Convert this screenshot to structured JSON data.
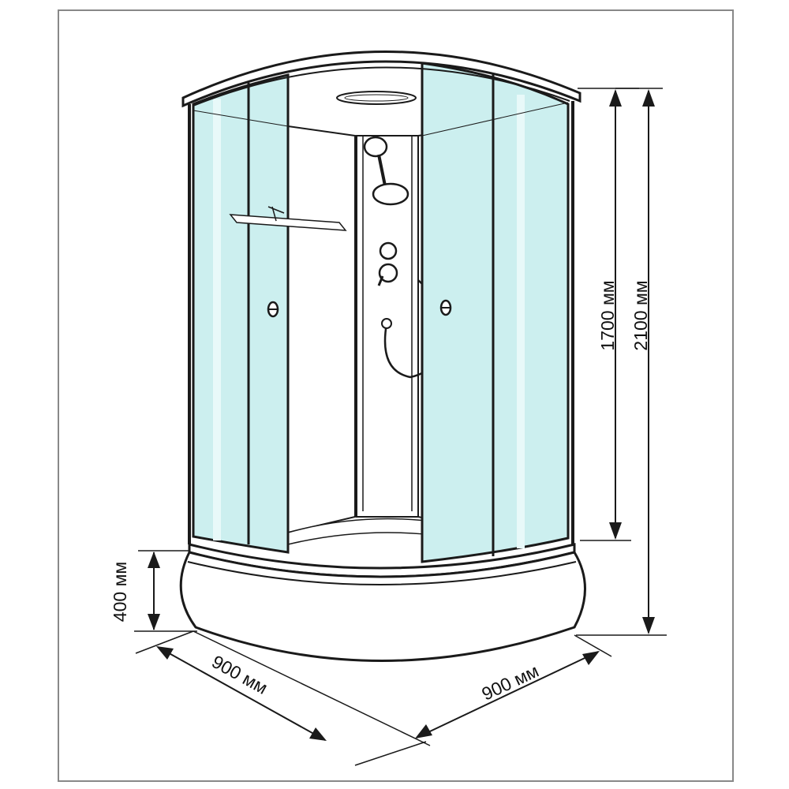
{
  "labels": {
    "height_inner": "1700 мм",
    "height_total": "2100 мм",
    "tray_height": "400 мм",
    "width_left": "900 мм",
    "width_right": "900 мм"
  },
  "colors": {
    "glass": "#ccefef",
    "glass_stripe": "#e8f9f9",
    "line": "#1a1a1a",
    "frame": "#888888",
    "background": "#ffffff"
  }
}
